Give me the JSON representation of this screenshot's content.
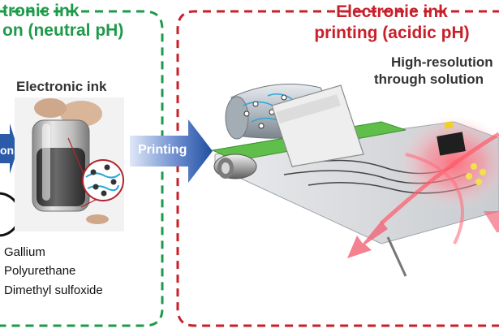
{
  "left_panel": {
    "title_line1": "tronic ink",
    "title_line2": "on (neutral pH)",
    "ink_label": "Electronic ink",
    "arrow_left_fragment": "on",
    "legend": [
      "Gallium",
      "Polyurethane",
      "Dimethyl sulfoxide"
    ],
    "border_color": "#1e9a4a"
  },
  "center": {
    "arrow_label": "Printing",
    "arrow_color": "#2a5aa8"
  },
  "right_panel": {
    "title_line1": "Electronic ink",
    "title_line2": "printing (acidic pH)",
    "subtitle_line1": "High-resolution",
    "subtitle_line2": "through solution",
    "border_color": "#c8202a"
  }
}
